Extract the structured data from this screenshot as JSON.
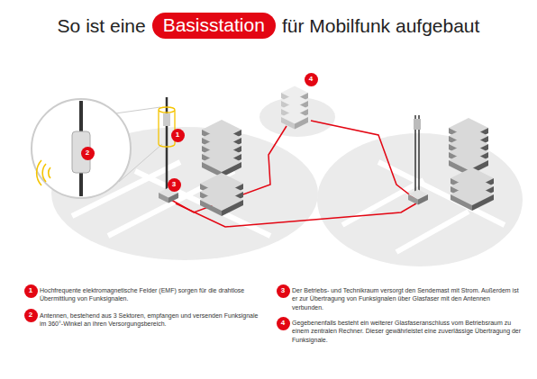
{
  "diagram": {
    "nodes": [
      {
        "text": [
          "Basisstation"
        ]
      },
      {
        "text": [
          "1"
        ]
      },
      {
        "text": [
          "2"
        ]
      },
      {
        "text": [
          "3"
        ]
      },
      {
        "text": [
          "4"
        ]
      },
      {
        "text": [
          "1"
        ]
      },
      {
        "text": [
          "2"
        ]
      },
      {
        "text": [
          "3"
        ]
      },
      {
        "text": [
          "4"
        ]
      }
    ],
    "labels": [
      "So ist eine",
      "für Mobilfunk aufgebaut",
      "Hochfrequente elektromagnetische Felder (EMF) sorgen für die drahtlose Übermittlung von Funksignalen.",
      "Antennen, bestehend aus 3 Sektoren, empfangen und versenden Funksignale im 360°-Winkel an ihren Versorgungsbereich.",
      "Der Betriebs- und Technikraum versorgt den Sendemast mit Strom. Außerdem ist er zur Übertragung von Funksignalen über Glasfaser mit den Antennen verbunden.",
      "Gegebenenfalls besteht ein weiterer Glasfaseranschluss vom Betriebsraum zu einem zentralen Rechner. Dieser gewährleistet eine zuverlässige Übertragung der Funksignale."
    ]
  }
}
